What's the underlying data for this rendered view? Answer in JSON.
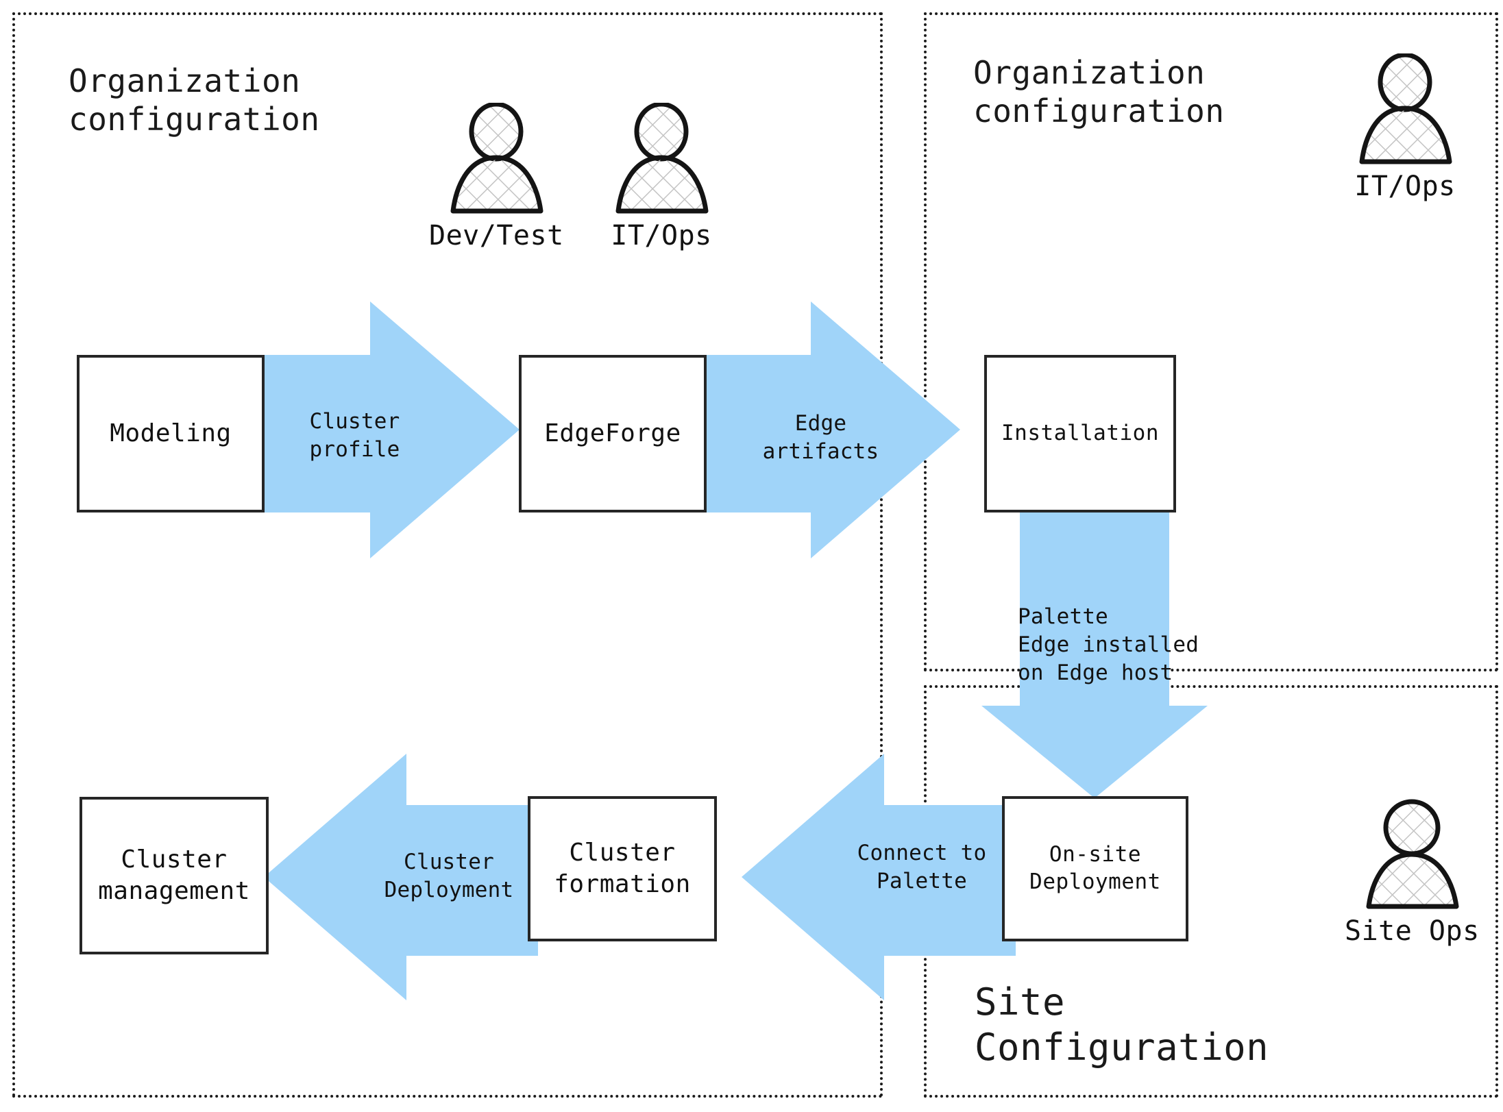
{
  "diagram": {
    "title": "Palette Edge deployment workflow",
    "colors": {
      "arrow_fill": "#A0D4F9",
      "box_stroke": "#262626",
      "zone_stroke": "#1c1c1c",
      "text": "#121212",
      "icon_hatch": "#bdbdbd"
    }
  },
  "zones": [
    {
      "id": "org-left",
      "title": "Organization\nconfiguration"
    },
    {
      "id": "org-right",
      "title": "Organization\nconfiguration"
    },
    {
      "id": "site",
      "title": "Site\nConfiguration"
    }
  ],
  "personas": [
    {
      "id": "dev-test",
      "label": "Dev/Test"
    },
    {
      "id": "it-ops-left",
      "label": "IT/Ops"
    },
    {
      "id": "it-ops-right",
      "label": "IT/Ops"
    },
    {
      "id": "site-ops",
      "label": "Site Ops"
    }
  ],
  "nodes": [
    {
      "id": "modeling",
      "label": "Modeling"
    },
    {
      "id": "edgeforge",
      "label": "EdgeForge"
    },
    {
      "id": "installation",
      "label": "Installation"
    },
    {
      "id": "on-site-deployment",
      "label": "On-site\nDeployment"
    },
    {
      "id": "cluster-formation",
      "label": "Cluster\nformation"
    },
    {
      "id": "cluster-management",
      "label": "Cluster\nmanagement"
    }
  ],
  "arrows": [
    {
      "id": "cluster-profile",
      "label": "Cluster\nprofile",
      "direction": "right",
      "from": "modeling",
      "to": "edgeforge"
    },
    {
      "id": "edge-artifacts",
      "label": "Edge\nartifacts",
      "direction": "right",
      "from": "edgeforge",
      "to": "installation"
    },
    {
      "id": "palette-edge",
      "label": "Palette\nEdge installed\non Edge host",
      "direction": "down",
      "from": "installation",
      "to": "on-site-deployment"
    },
    {
      "id": "connect-to-palette",
      "label": "Connect to\nPalette",
      "direction": "left",
      "from": "on-site-deployment",
      "to": "cluster-formation"
    },
    {
      "id": "cluster-deployment",
      "label": "Cluster\nDeployment",
      "direction": "left",
      "from": "cluster-formation",
      "to": "cluster-management"
    }
  ]
}
